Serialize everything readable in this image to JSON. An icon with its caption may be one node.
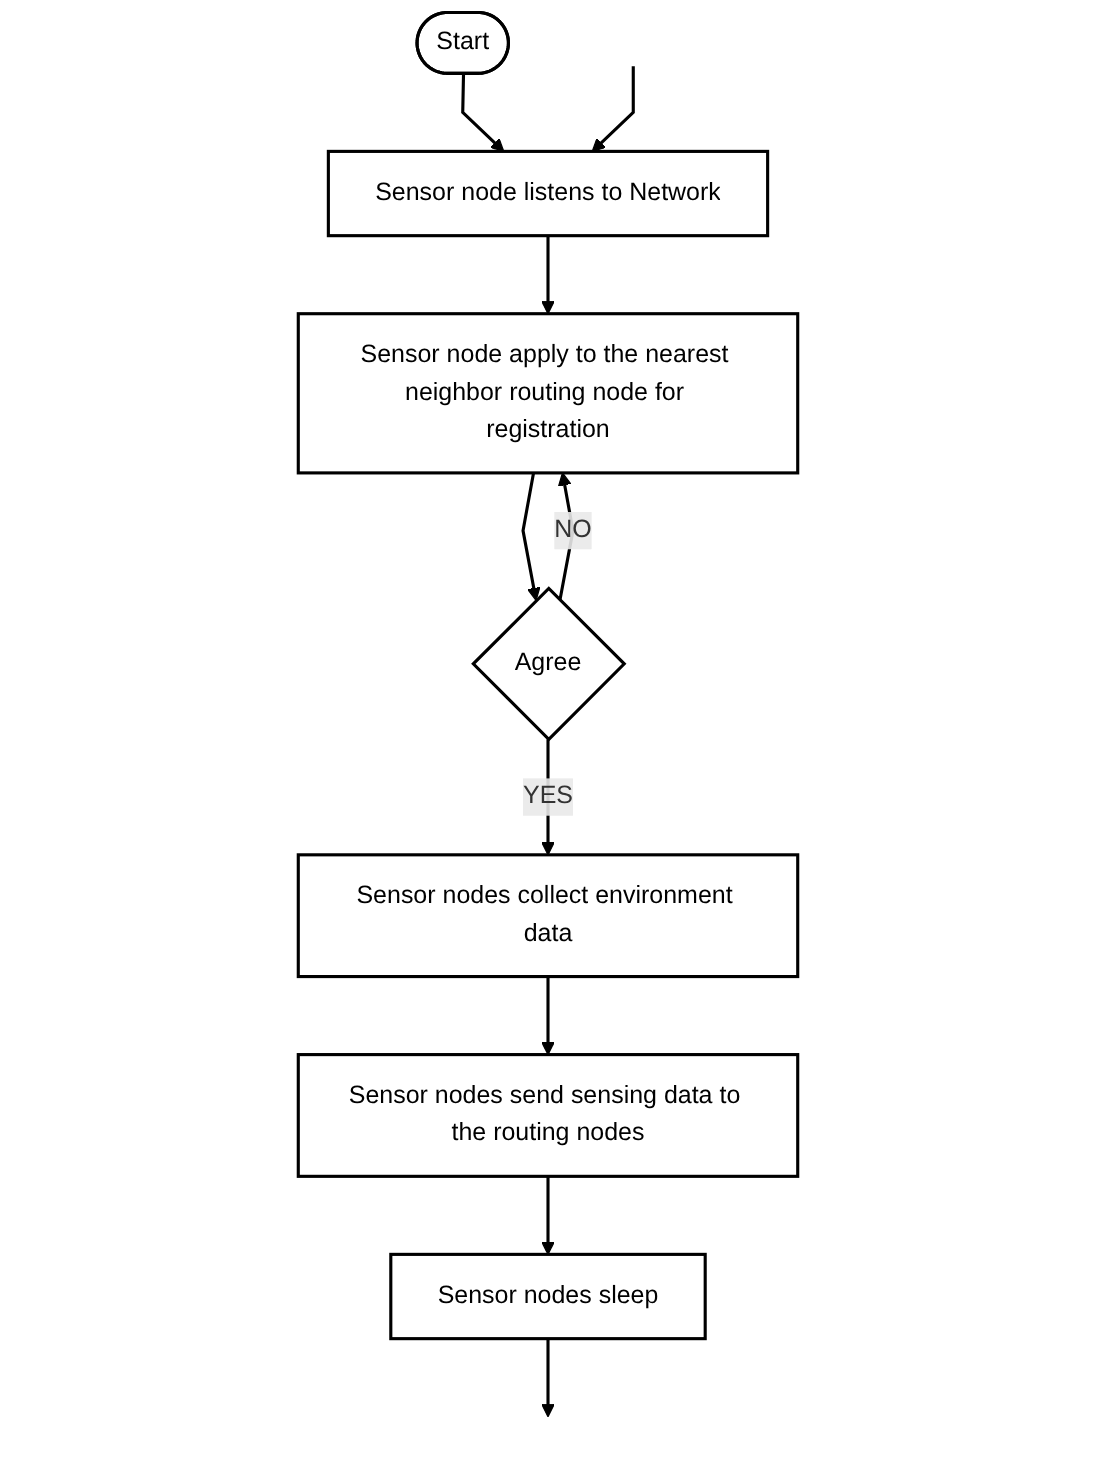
{
  "diagram": {
    "nodes": [
      {
        "text": [
          "Start"
        ]
      },
      {
        "text": [
          "Sensor node listens to Network"
        ]
      },
      {
        "text": [
          "Sensor node apply to the nearest neighbor routing node for registration"
        ]
      },
      {
        "text": [
          "Agree"
        ]
      },
      {
        "text": [
          "Sensor nodes collect environment data"
        ]
      },
      {
        "text": [
          "Sensor nodes send sensing data to the routing nodes"
        ]
      },
      {
        "text": [
          "Sensor nodes sleep"
        ]
      }
    ],
    "edges": [
      {
        "from": 0,
        "to": 1,
        "arrow": "to"
      },
      {
        "from": null,
        "to": 1,
        "arrow": "to"
      },
      {
        "from": 1,
        "to": 2,
        "arrow": "to"
      },
      {
        "from": 2,
        "to": 3,
        "arrow": "to"
      },
      {
        "from": 3,
        "to": 2,
        "label": "NO",
        "arrow": "to"
      },
      {
        "from": 3,
        "to": 4,
        "label": "YES",
        "arrow": "to"
      },
      {
        "from": 4,
        "to": 5,
        "arrow": "to"
      },
      {
        "from": 5,
        "to": 6,
        "arrow": "to"
      },
      {
        "from": 6,
        "to": null,
        "arrow": "to"
      }
    ]
  }
}
